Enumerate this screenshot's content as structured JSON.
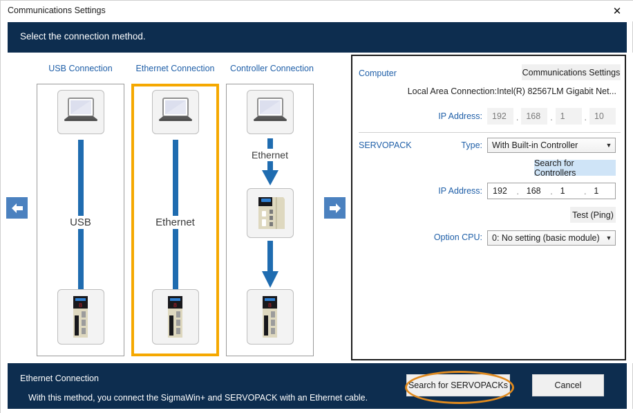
{
  "window": {
    "title": "Communications Settings",
    "close_icon": "close-icon"
  },
  "header": {
    "instruction": "Select the connection method."
  },
  "nav": {
    "prev_icon": "arrow-left-icon",
    "next_icon": "arrow-right-icon"
  },
  "cards": [
    {
      "label": "USB Connection",
      "selected": false,
      "top_device": "laptop-icon",
      "link_label": "USB",
      "middle_device": null,
      "middle_link_label": null,
      "bottom_device": "servopack-icon"
    },
    {
      "label": "Ethernet Connection",
      "selected": true,
      "top_device": "laptop-icon",
      "link_label": "Ethernet",
      "middle_device": null,
      "middle_link_label": null,
      "bottom_device": "servopack-icon"
    },
    {
      "label": "Controller Connection",
      "selected": false,
      "top_device": "laptop-icon",
      "link_label": "Ethernet",
      "middle_device": "controller-icon",
      "middle_link_label": "Ethernet",
      "bottom_device": "servopack-icon"
    }
  ],
  "panel": {
    "computer": {
      "section_label": "Computer",
      "comm_settings_button": "Communications Settings",
      "adapter_text": "Local Area Connection:Intel(R) 82567LM Gigabit Net...",
      "ip_label": "IP Address:",
      "ip_octets": [
        "192",
        "168",
        "1",
        "10"
      ],
      "ip_enabled": false
    },
    "servopack": {
      "section_label": "SERVOPACK",
      "type_label": "Type:",
      "type_value": "With Built-in Controller",
      "search_controllers_button": "Search for Controllers",
      "ip_label": "IP Address:",
      "ip_octets": [
        "192",
        "168",
        "1",
        "1"
      ],
      "ip_enabled": true,
      "test_ping_button": "Test (Ping)",
      "option_cpu_label": "Option CPU:",
      "option_cpu_value": "0: No setting (basic module)"
    }
  },
  "footer": {
    "title": "Ethernet Connection",
    "description": "With this method, you connect the SigmaWin+ and SERVOPACK with an Ethernet cable.",
    "search_button": "Search for SERVOPACKs",
    "cancel_button": "Cancel"
  },
  "colors": {
    "banner": "#0d2d4f",
    "accent_blue": "#1f5fa8",
    "selection_orange": "#f5a800",
    "annotation_orange": "#e08a1e",
    "highlight_blue": "#cfe4f7",
    "arrow_blue": "#1f6cb0"
  }
}
